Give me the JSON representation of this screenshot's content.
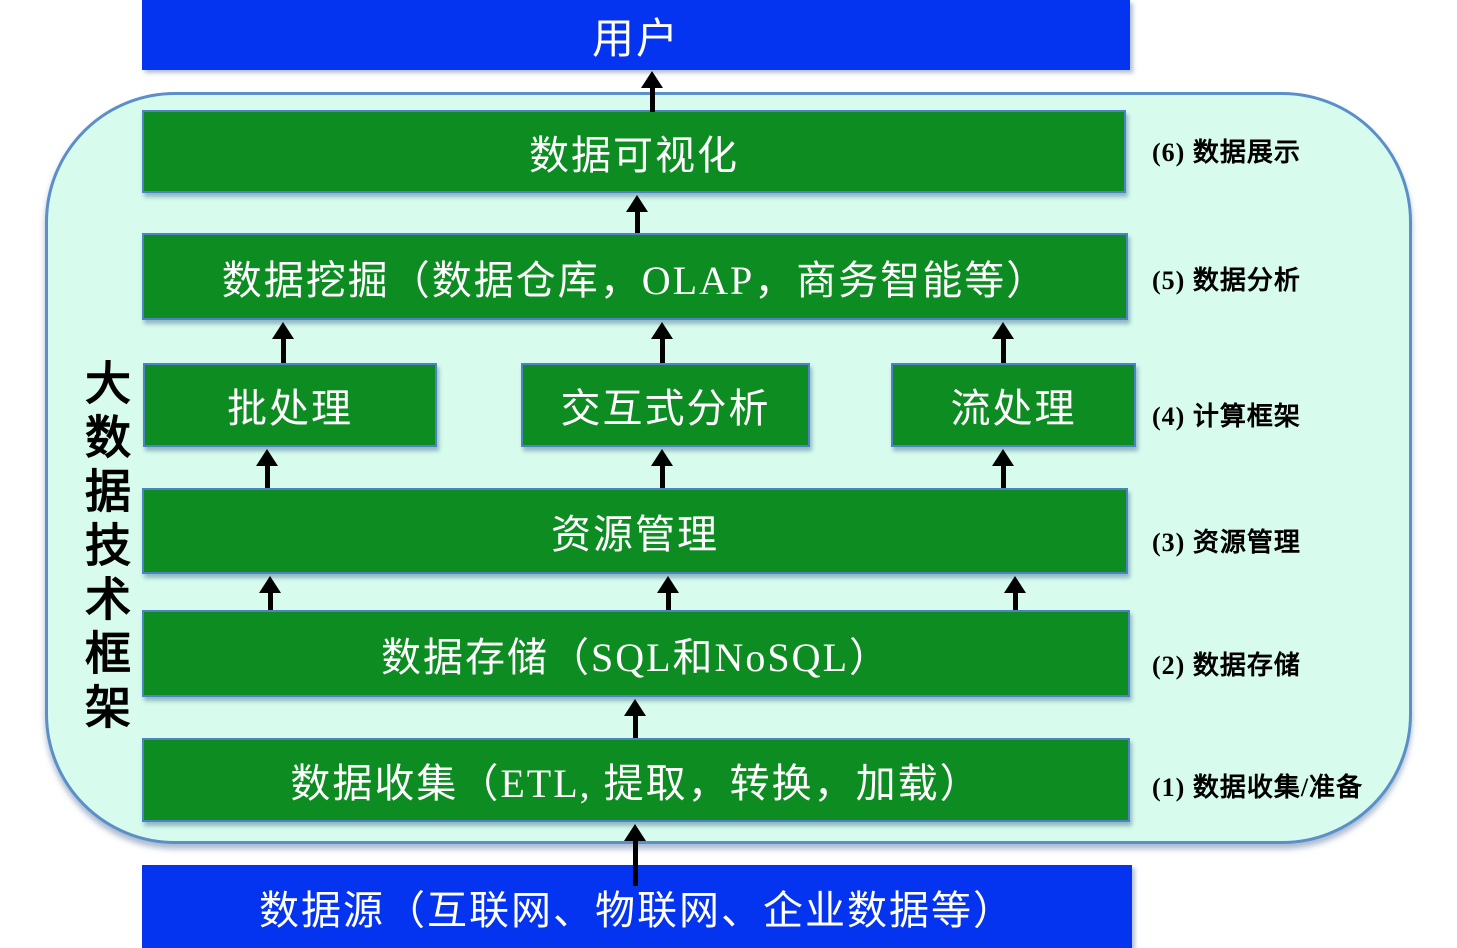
{
  "frame_title": "大数据技术框架",
  "top_bar": {
    "label": "用户"
  },
  "bottom_bar": {
    "label": "数据源（互联网、物联网、企业数据等）"
  },
  "layers": {
    "visualization": {
      "label": "数据可视化",
      "annotation": "(6) 数据展示"
    },
    "mining": {
      "label": "数据挖掘（数据仓库，OLAP，商务智能等）",
      "annotation": "(5) 数据分析"
    },
    "computing": {
      "boxes": {
        "batch": "批处理",
        "interactive": "交互式分析",
        "stream": "流处理"
      },
      "annotation": "(4) 计算框架"
    },
    "resource": {
      "label": "资源管理",
      "annotation": "(3) 资源管理"
    },
    "storage": {
      "label": "数据存储（SQL和NoSQL）",
      "annotation": "(2) 数据存储"
    },
    "collection": {
      "label": "数据收集（ETL, 提取，转换，加载）",
      "annotation": "(1) 数据收集/准备"
    }
  },
  "colors": {
    "bar_blue": "#0534f0",
    "box_green": "#0c8c21",
    "frame_fill": "#d7fcee",
    "frame_border": "#5b8fc9",
    "arrow": "#000000",
    "box_text": "#ffffff",
    "annotation_text": "#000000"
  }
}
